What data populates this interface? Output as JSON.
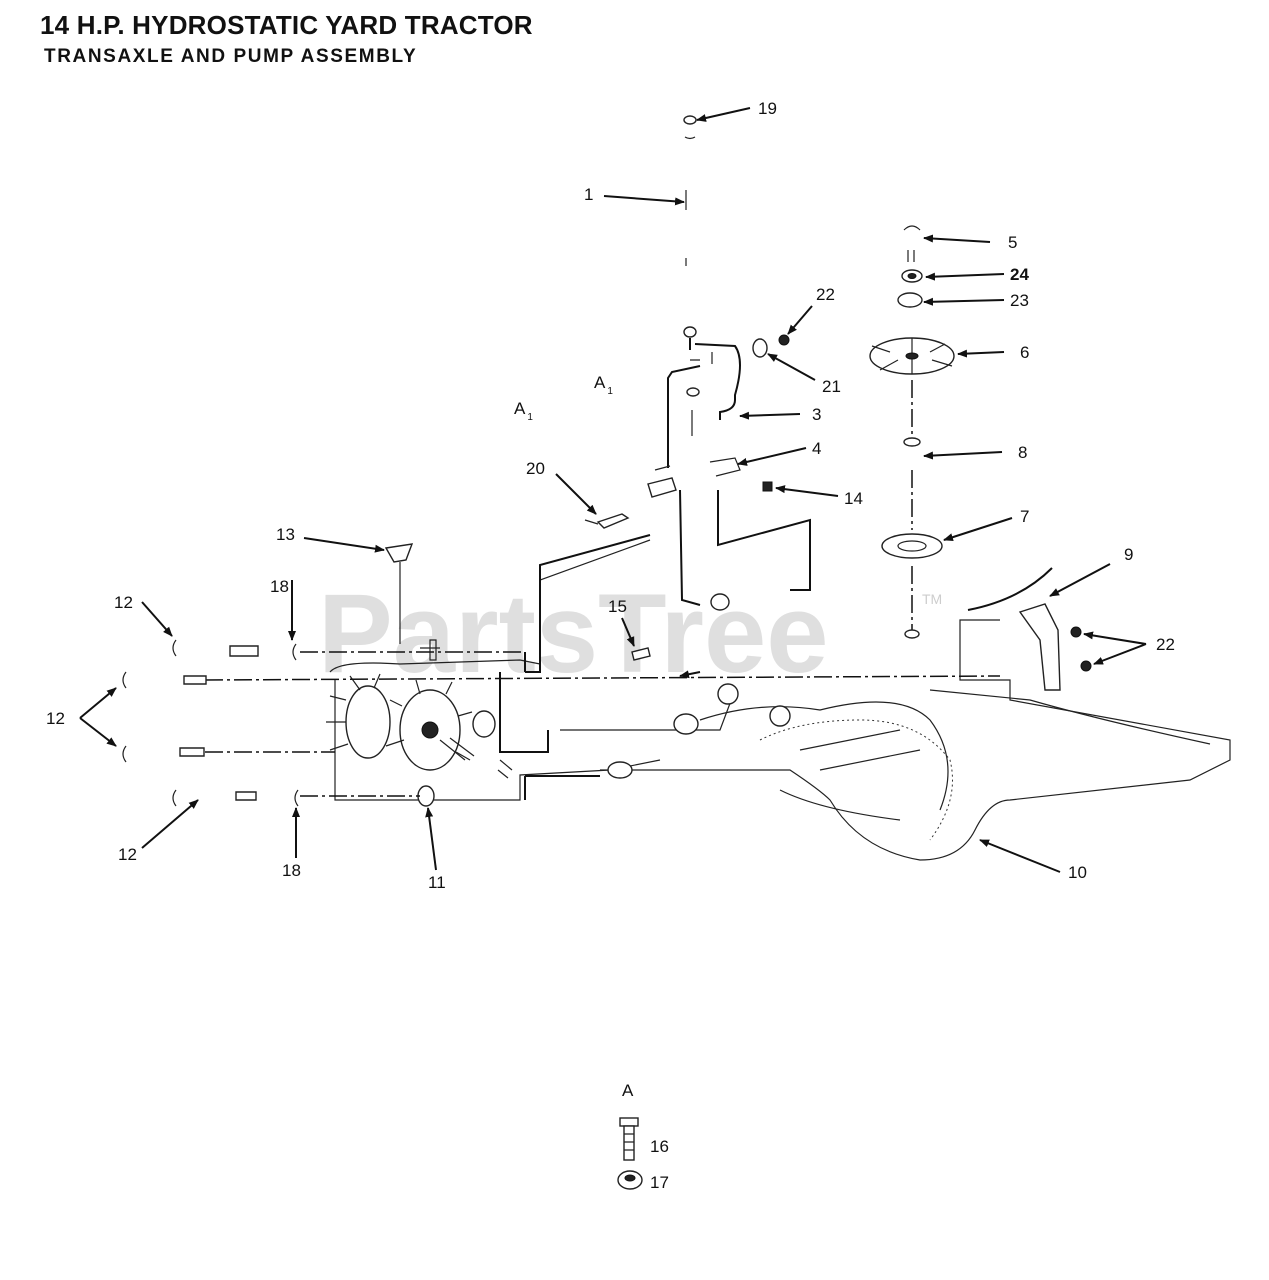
{
  "title": "14 H.P. HYDROSTATIC YARD TRACTOR",
  "subtitle": "TRANSAXLE AND PUMP ASSEMBLY",
  "watermark": "PartsTree",
  "watermark_tm": "TM",
  "callouts": {
    "c19": "19",
    "c1": "1",
    "c5": "5",
    "c24": "24",
    "c23": "23",
    "c22a": "22",
    "c6": "6",
    "c21": "21",
    "cA1a": "A",
    "cA1b": "A",
    "c3": "3",
    "c4": "4",
    "c8": "8",
    "c20": "20",
    "c14": "14",
    "c7": "7",
    "c13": "13",
    "c9": "9",
    "c18a": "18",
    "c12a": "12",
    "c15": "15",
    "c22b": "22",
    "c12b": "12",
    "c12c": "12",
    "c18b": "18",
    "c11": "11",
    "c10": "10",
    "cA": "A",
    "c16": "16",
    "c17": "17"
  },
  "subscripts": {
    "sA1a": "1",
    "sA1b": "1"
  }
}
